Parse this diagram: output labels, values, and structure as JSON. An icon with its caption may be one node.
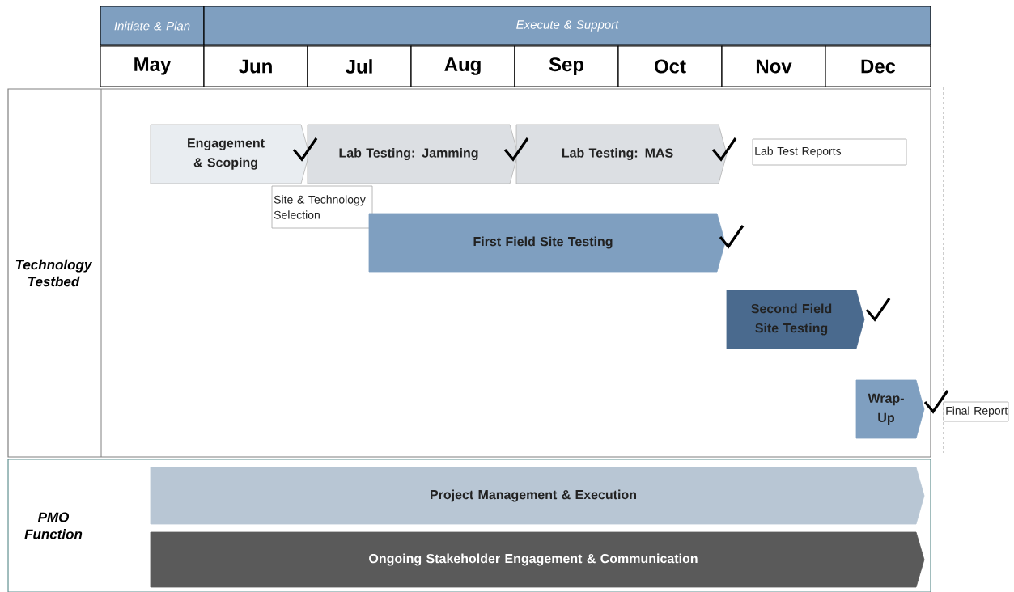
{
  "diagram": {
    "nodes": [
      {
        "text": [
          "Initiate & Plan"
        ]
      },
      {
        "text": [
          "Execute & Support"
        ]
      },
      {
        "text": [
          "May"
        ]
      },
      {
        "text": [
          "Jun"
        ]
      },
      {
        "text": [
          "Jul"
        ]
      },
      {
        "text": [
          "Aug"
        ]
      },
      {
        "text": [
          "Sep"
        ]
      },
      {
        "text": [
          "Oct"
        ]
      },
      {
        "text": [
          "Nov"
        ]
      },
      {
        "text": [
          "Dec"
        ]
      },
      {
        "text": [
          "Technology Testbed"
        ]
      },
      {
        "text": [
          "Engagement & Scoping"
        ],
        "in": 10
      },
      {
        "text": [
          "Lab Testing: Jamming"
        ],
        "in": 10
      },
      {
        "text": [
          "Lab Testing: MAS"
        ],
        "in": 10
      },
      {
        "text": [
          "Lab Test Reports"
        ],
        "in": 10
      },
      {
        "text": [
          "Site & Technology Selection"
        ],
        "in": 10
      },
      {
        "text": [
          "First Field Site Testing"
        ],
        "in": 10
      },
      {
        "text": [
          "Second Field Site Testing"
        ],
        "in": 10
      },
      {
        "text": [
          "Wrap-Up"
        ],
        "in": 10
      },
      {
        "text": [
          "Final Report"
        ]
      },
      {
        "text": [
          "PMO Function"
        ]
      },
      {
        "text": [
          "Project Management & Execution"
        ],
        "in": 20
      },
      {
        "text": [
          "Ongoing Stakeholder Engagement & Communication"
        ],
        "in": 20
      }
    ]
  }
}
